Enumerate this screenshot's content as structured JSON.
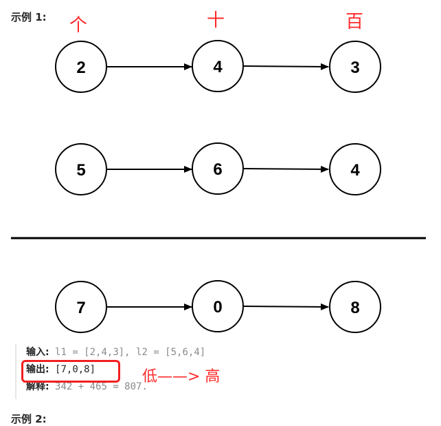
{
  "example": {
    "title": "示例 1:",
    "next_title": "示例 2:"
  },
  "annotations": {
    "ones": "个",
    "tens": "十",
    "hundreds": "百",
    "order": "低——> 高",
    "highlight_color": "#f21f1f"
  },
  "lists": {
    "l1": [
      "2",
      "4",
      "3"
    ],
    "l2": [
      "5",
      "6",
      "4"
    ],
    "result": [
      "7",
      "0",
      "8"
    ]
  },
  "code": {
    "input_label": "输入:",
    "input_value": " l1 = [2,4,3], l2 = [5,6,4]",
    "output_label": "输出:",
    "output_value": " [7,0,8]",
    "explain_label": "解释:",
    "explain_value": " 342 + 465 = 807."
  }
}
